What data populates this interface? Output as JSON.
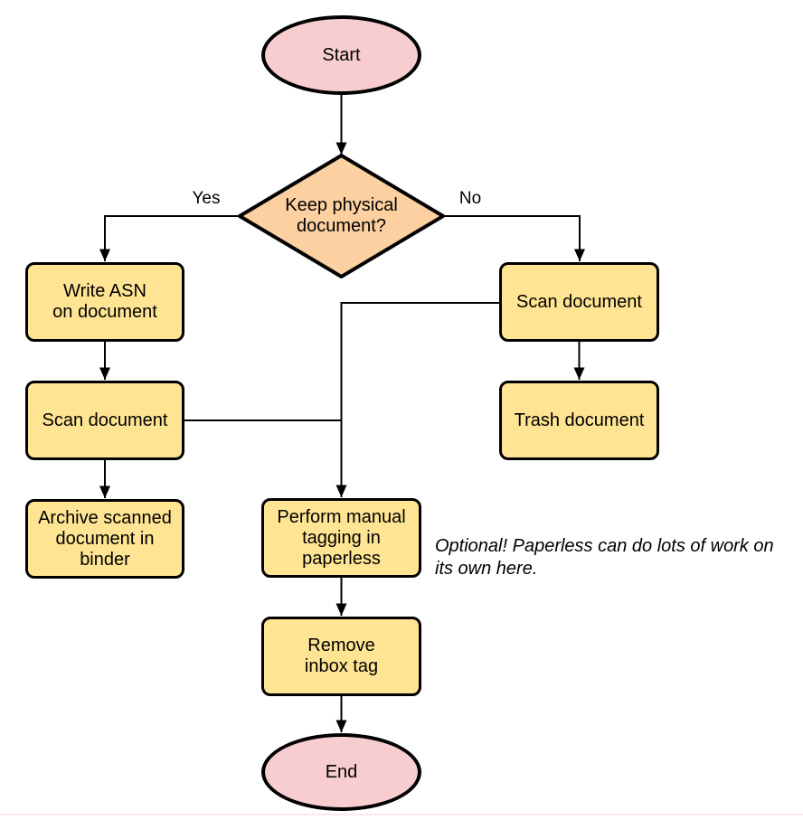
{
  "diagram": {
    "nodes": {
      "start": {
        "label": "Start",
        "shape": "terminal"
      },
      "decision": {
        "label": "Keep physical\ndocument?",
        "shape": "decision"
      },
      "write_asn": {
        "label": "Write ASN\non document",
        "shape": "process"
      },
      "scan_left": {
        "label": "Scan document",
        "shape": "process"
      },
      "archive": {
        "label": "Archive scanned\ndocument in\nbinder",
        "shape": "process"
      },
      "scan_right": {
        "label": "Scan document",
        "shape": "process"
      },
      "trash": {
        "label": "Trash document",
        "shape": "process"
      },
      "perform_tagging": {
        "label": "Perform manual\ntagging in\npaperless",
        "shape": "process"
      },
      "remove_inbox_tag": {
        "label": "Remove\ninbox tag",
        "shape": "process"
      },
      "end": {
        "label": "End",
        "shape": "terminal"
      }
    },
    "edge_labels": {
      "yes": "Yes",
      "no": "No"
    },
    "annotation": "Optional! Paperless can do lots of work on\nits own here."
  },
  "colors": {
    "terminal_fill": "#f8cdd0",
    "decision_fill": "#fcd0a0",
    "process_fill": "#ffe493",
    "stroke": "#000000",
    "text": "#000000"
  }
}
